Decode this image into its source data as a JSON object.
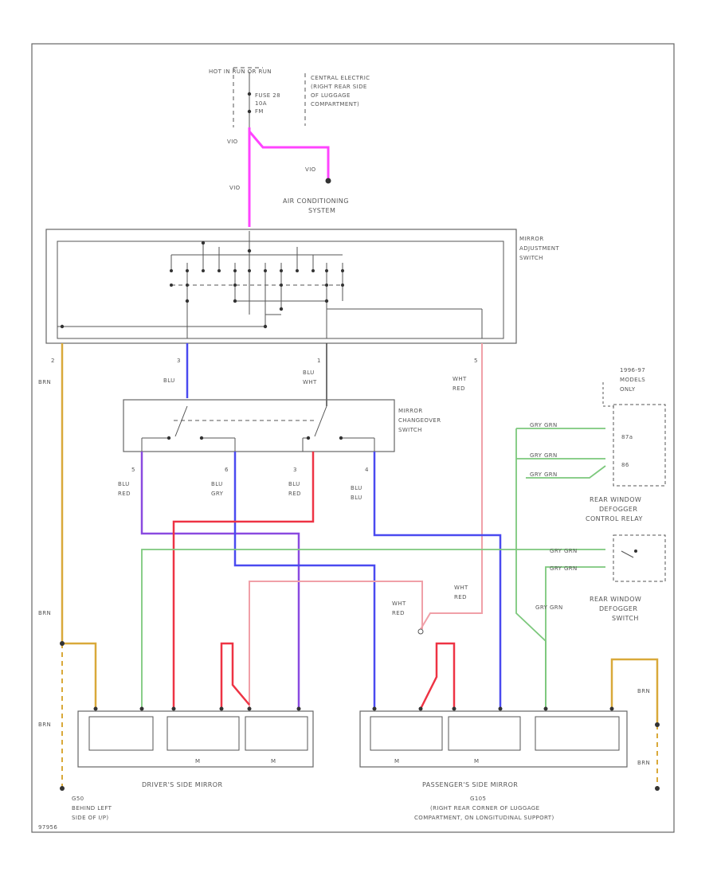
{
  "labels": {
    "hot_in_run": "HOT IN RUN OR RUN",
    "fuse": "FUSE 28",
    "fuse_amp": "10A",
    "fuse_sub": "FM",
    "central_electric_1": "CENTRAL ELECTRIC",
    "central_electric_2": "(RIGHT REAR SIDE",
    "central_electric_3": "OF LUGGAGE",
    "central_electric_4": "COMPARTMENT)",
    "ac_1": "AIR CONDITIONING",
    "ac_2": "SYSTEM",
    "mirror_adj_1": "MIRROR",
    "mirror_adj_2": "ADJUSTMENT",
    "mirror_adj_3": "SWITCH",
    "changeover_1": "MIRROR",
    "changeover_2": "CHANGEOVER",
    "changeover_3": "SWITCH",
    "models_1": "1996-97",
    "models_2": "MODELS",
    "models_3": "ONLY",
    "relay_1": "REAR WINDOW",
    "relay_2": "DEFOGGER",
    "relay_3": "CONTROL RELAY",
    "relay_pin_a": "87a",
    "relay_pin_b": "86",
    "defog_sw_1": "REAR WINDOW",
    "defog_sw_2": "DEFOGGER",
    "defog_sw_3": "SWITCH",
    "drivers_mirror": "DRIVER'S SIDE MIRROR",
    "pass_mirror": "PASSENGER'S SIDE MIRROR",
    "g_left_1": "G50",
    "g_left_2": "BEHIND LEFT",
    "g_left_3": "SIDE OF I/P)",
    "g_right_1": "G105",
    "g_right_2": "(RIGHT REAR CORNER OF LUGGAGE",
    "g_right_3": "COMPARTMENT, ON LONGITUDINAL SUPPORT)",
    "ref": "97956"
  },
  "wires": {
    "vio": "VIO",
    "vio2": "VIO",
    "vio3": "VIO",
    "brn_1": "BRN",
    "brn_2": "BRN",
    "brn_3": "BRN",
    "brn_4": "BRN",
    "brn_5": "BRN",
    "blu_1": "BLU",
    "blu_wht_1": "BLU",
    "blu_wht_2": "WHT",
    "wht_red_1": "WHT",
    "wht_red_2": "RED",
    "blu_red_1a": "BLU",
    "blu_red_1b": "RED",
    "blu_gry_a": "BLU",
    "blu_gry_b": "GRY",
    "blu_red_2a": "BLU",
    "blu_red_2b": "RED",
    "blu_blu_a": "BLU",
    "blu_blu_b": "BLU",
    "gry_grn_1": "GRY GRN",
    "gry_grn_2": "GRY GRN",
    "gry_grn_3": "GRY GRN",
    "gry_grn_4": "GRY GRN",
    "gry_grn_5": "GRY GRN",
    "wht_red_3a": "WHT",
    "wht_red_3b": "RED",
    "wht_red_4a": "WHT",
    "wht_red_4b": "RED",
    "gry_grn_v": "GRY GRN"
  },
  "pins": {
    "p2": "2",
    "p3": "3",
    "p1": "1",
    "p5": "5",
    "cs5": "5",
    "cs6": "6",
    "cs3": "3",
    "cs4": "4",
    "m_label": "M"
  },
  "colors": {
    "violet": "#ff44ff",
    "brown": "#d9a93a",
    "blue": "#4a4af0",
    "red": "#ee3344",
    "pink": "#f0a0a8",
    "green": "#7cc87c",
    "black": "#444444"
  }
}
